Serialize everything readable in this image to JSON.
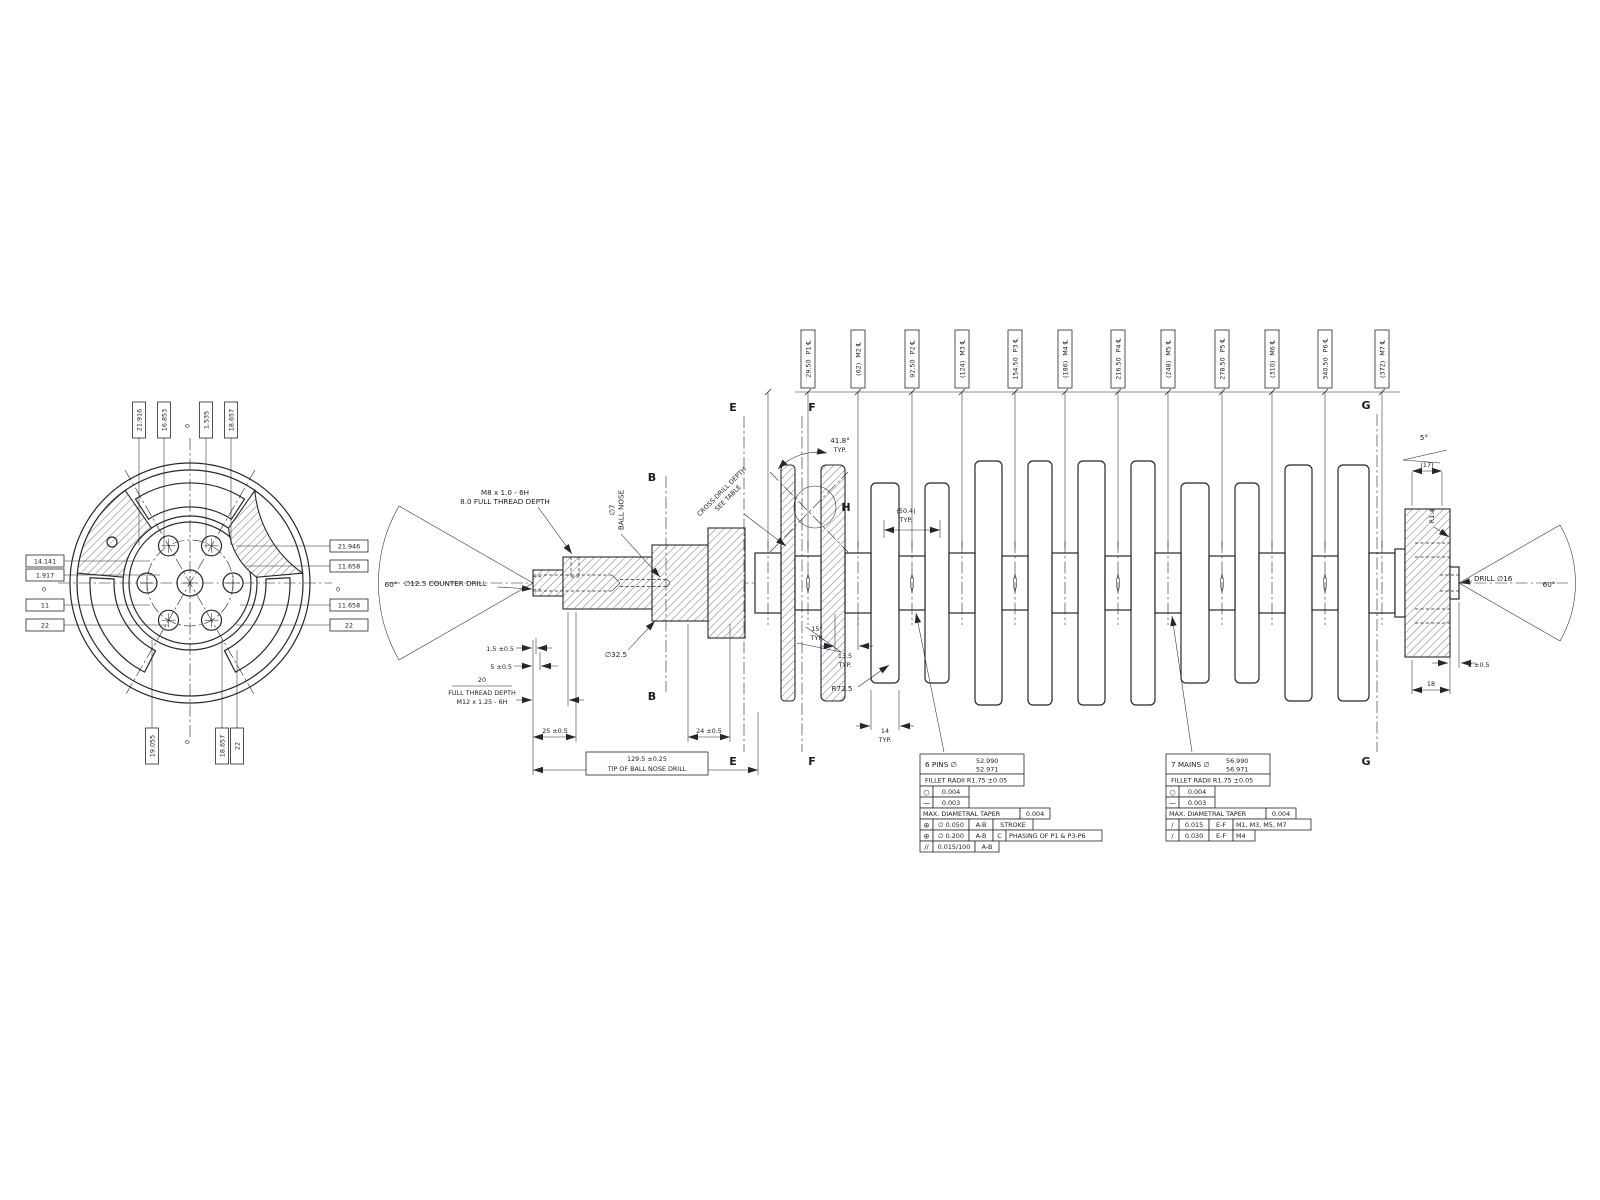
{
  "front_view": {
    "top": [
      "21.916",
      "16.853",
      "0",
      "1.535",
      "18.657"
    ],
    "bottom": [
      "19.055",
      "0",
      "18.657",
      "22"
    ],
    "left": [
      "14.141",
      "1.917",
      "0",
      "11",
      "22"
    ],
    "right": [
      "21.946",
      "11.658",
      "0",
      "11.658",
      "22"
    ]
  },
  "stations": [
    {
      "value": "29.50",
      "tag": "P1 ℄"
    },
    {
      "value": "(62)",
      "tag": "M2 ℄"
    },
    {
      "value": "92.50",
      "tag": "P2 ℄"
    },
    {
      "value": "(124)",
      "tag": "M3 ℄"
    },
    {
      "value": "154.50",
      "tag": "P3 ℄"
    },
    {
      "value": "(186)",
      "tag": "M4 ℄"
    },
    {
      "value": "216.50",
      "tag": "P4 ℄"
    },
    {
      "value": "(248)",
      "tag": "M5 ℄"
    },
    {
      "value": "278.50",
      "tag": "P5 ℄"
    },
    {
      "value": "(310)",
      "tag": "M6 ℄"
    },
    {
      "value": "340.50",
      "tag": "P6 ℄"
    },
    {
      "value": "(372)",
      "tag": "M7 ℄"
    }
  ],
  "ann": {
    "m8_line1": "M8 x 1.0 - 6H",
    "m8_line2": "8.0 FULL THREAD DEPTH",
    "ball_nose_dia": "∅7",
    "ball_nose": "BALL NOSE",
    "counter_drill": "∅12.5 COUNTER DRILL",
    "angle_60_left": "60°",
    "angle_60_right": "60°",
    "dim_1_5": "1.5 ±0.5",
    "dim_5": "5 ±0.5",
    "thread_depth_num": "20",
    "thread_depth_label": "FULL THREAD DEPTH",
    "thread_depth_spec": "M12 x 1.25 - 6H",
    "dim_25": "25 ±0.5",
    "dim_24": "24 ±0.5",
    "dim_129": "129.5 ±0.25",
    "dim_129_note": "TIP OF BALL NOSE DRILL",
    "dia_32_5": "∅32.5",
    "cross_drill_line1": "CROSS-DRILL DEPTH",
    "cross_drill_line2": "SEE TABLE",
    "angle_41_8": "41.8°",
    "typ": "TYP.",
    "detail_h": "H",
    "dim_50_4": "(50.4)",
    "angle_15": "15°",
    "dim_13_5": "13.5",
    "r_72_5": "R72.5",
    "dim_14": "14",
    "sect_b": "B",
    "sect_e": "E",
    "sect_f": "F",
    "sect_g": "G",
    "angle_5": "5°",
    "dim_17": "(17)",
    "r_1_4": "R1.4",
    "drill_16": "DRILL ∅16",
    "dim_2": "2 ±0.5",
    "dim_18": "18"
  },
  "pins": {
    "title": "6 PINS ∅",
    "dia_upper": "52.990",
    "dia_lower": "52.971",
    "fillet": "FILLET RADII R1.75 ±0.05",
    "circularity_sym": "○",
    "circularity": "0.004",
    "straightness_sym": "—",
    "straightness": "0.003",
    "taper_label": "MAX. DIAMETRAL TAPER",
    "taper": "0.004",
    "pos1_sym": "⊕",
    "pos1_tol": "∅ 0.050",
    "pos1_datum": "A-B",
    "pos1_note": "STROKE",
    "pos2_sym": "⊕",
    "pos2_tol": "∅ 0.200",
    "pos2_datum": "A-B",
    "pos2_datum2": "C",
    "pos2_note": "PHASING OF P1 & P3-P6",
    "par_sym": "//",
    "par_tol": "0.015/100",
    "par_datum": "A-B"
  },
  "mains": {
    "title": "7 MAINS ∅",
    "dia_upper": "56.990",
    "dia_lower": "56.971",
    "fillet": "FILLET RADII R1.75 ±0.05",
    "circularity_sym": "○",
    "circularity": "0.004",
    "straightness_sym": "—",
    "straightness": "0.003",
    "taper_label": "MAX. DIAMETRAL TAPER",
    "taper": "0.004",
    "runout1_sym": "/",
    "runout1_tol": "0.015",
    "runout1_datum": "E-F",
    "runout1_note": "M1, M3, M5, M7",
    "runout2_sym": "/",
    "runout2_tol": "0.030",
    "runout2_datum": "E-F",
    "runout2_note": "M4"
  }
}
